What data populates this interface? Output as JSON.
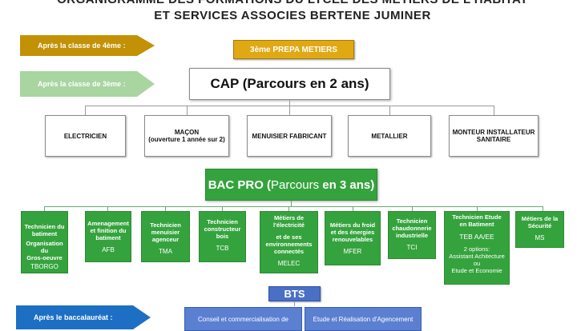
{
  "title": {
    "line1": "ORGANIGRAMME DES FORMATIONS DU LYCÉE DES MÉTIERS DE L'HABITAT",
    "line2": "ET SERVICES ASSOCIES BERTENE JUMINER"
  },
  "arrows": {
    "a4": "Après la classe de 4ème :",
    "a3": "Après la classe de 3ème :",
    "bac": "Après le baccalauréat :"
  },
  "prepa": "3ème PREPA METIERS",
  "cap": {
    "title": "CAP (Parcours en 2 ans)",
    "items": [
      {
        "l1": "ELECTRICIEN",
        "l2": ""
      },
      {
        "l1": "MAÇON",
        "l2": "(ouverture 1 année sur 2)"
      },
      {
        "l1": "MENUISIER FABRICANT",
        "l2": ""
      },
      {
        "l1": "METALLIER",
        "l2": ""
      },
      {
        "l1": "MONTEUR INSTALLATEUR",
        "l2": "SANITAIRE"
      }
    ]
  },
  "bacpro": {
    "t1": "BAC PRO (",
    "t2": "Parcours ",
    "t3": "en 3 ans)",
    "items": [
      {
        "l1": "Technicien du",
        "l2": "batiment",
        "l3": "Organisation du",
        "l4": "Gros-oeuvre",
        "ab": "TBORGO"
      },
      {
        "l1": "Amenagement",
        "l2": "et finition du",
        "l3": "batiment",
        "ab": "AFB"
      },
      {
        "l1": "Technicien",
        "l2": "menuisier",
        "l3": "agenceur",
        "ab": "TMA"
      },
      {
        "l1": "Technicien",
        "l2": "constructeur",
        "l3": "bois",
        "ab": "TCB"
      },
      {
        "l1": "Métiers de",
        "l2": "l'électricité",
        "l3": "et de ses",
        "l4": "environnements",
        "l5": "connectés",
        "ab": "MELEC"
      },
      {
        "l1": "Métiers du froid",
        "l2": "et des énergies",
        "l3": "renouvelables",
        "ab": "MFER"
      },
      {
        "l1": "Technicien",
        "l2": "chaudonnerie",
        "l3": "industrielle",
        "ab": "TCI"
      },
      {
        "l1": "Technicien Etude",
        "l2": "en Batiment",
        "ab": "TEB AA/EE",
        "o1": "2 options:",
        "o2": "Assistant Achitecture",
        "o3": "ou",
        "o4": "Etude et Economie"
      },
      {
        "l1": "Métiers de la",
        "l2": "Sécurité",
        "ab": "MS"
      }
    ]
  },
  "bts": {
    "title": "BTS",
    "items": [
      "Conseil et commercialisation de",
      "Etude et Réalisation d'Agencement"
    ]
  },
  "colors": {
    "gold": "#c29106",
    "green": "#35a33d",
    "light_green": "#a8d5a0",
    "blue": "#1d6fc4",
    "bts_blue": "#4a6fc4"
  }
}
